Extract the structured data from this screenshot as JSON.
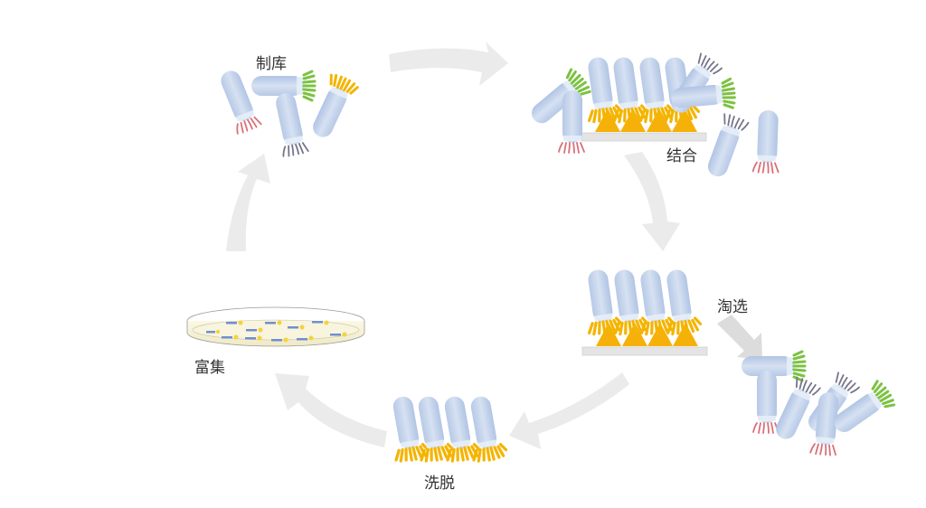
{
  "diagram": {
    "type": "phage-display-biopanning-cycle",
    "stages": [
      {
        "id": "library",
        "label": "制库"
      },
      {
        "id": "binding",
        "label": "结合"
      },
      {
        "id": "panning",
        "label": "淘选"
      },
      {
        "id": "elution",
        "label": "洗脱"
      },
      {
        "id": "enrichment",
        "label": "富集"
      }
    ],
    "colors": {
      "background": "#ffffff",
      "arrow": "#e8e8e8",
      "arrow_dark": "#d8d8d8",
      "phage_body": "#c3d3ea",
      "phage_body_shade": "#a9bfe0",
      "tail_yellow": "#f4b400",
      "tail_green": "#7cc242",
      "tail_red": "#d9707a",
      "tail_grey": "#7d7d8c",
      "target_triangle": "#f5b10a",
      "plate": "#e2e2e2",
      "dish_medium": "#f6f2d8",
      "dish_rim": "#9a9a9a"
    }
  }
}
